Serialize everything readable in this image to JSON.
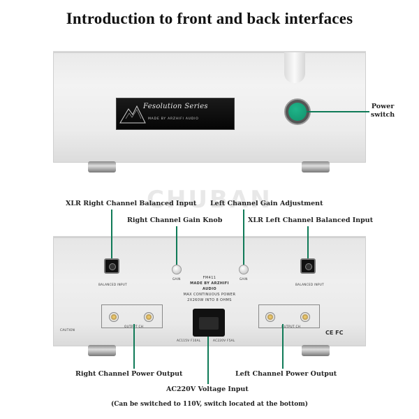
{
  "title": "Introduction to front and back interfaces",
  "front": {
    "nameplate_series": "Fesolution Series",
    "nameplate_maker": "MADE BY ARZHIFI AUDIO",
    "power_switch_label_1": "Power",
    "power_switch_label_2": "switch",
    "switch_color": "#12906a"
  },
  "watermark": "CHUBAN",
  "labels": {
    "xlr_right": "XLR Right Channel Balanced Input",
    "left_gain": "Left Channel Gain Adjustment",
    "right_gain": "Right Channel Gain Knob",
    "xlr_left": "XLR Left Channel Balanced Input",
    "right_power_out": "Right Channel Power Output",
    "left_power_out": "Left Channel Power Output",
    "ac_input": "AC220V Voltage Input",
    "note": "(Can be switched to 110V, switch located at the bottom)"
  },
  "back": {
    "balanced_input": "BALANCED INPUT",
    "gain": "GAIN",
    "model": "FM411",
    "maker": "MADE BY ARZHIFI AUDIO",
    "power_line1": "MAX CONTINUOUS POWER",
    "power_line2": "2X260W INTO 8 OHMS",
    "output_ch": "OUTPUT CH",
    "ac_115": "AC115V F10AL",
    "ac_220": "AC220V F5AL",
    "caution": "CAUTION",
    "cert": "CE FC"
  },
  "accent": "#0f7a57"
}
